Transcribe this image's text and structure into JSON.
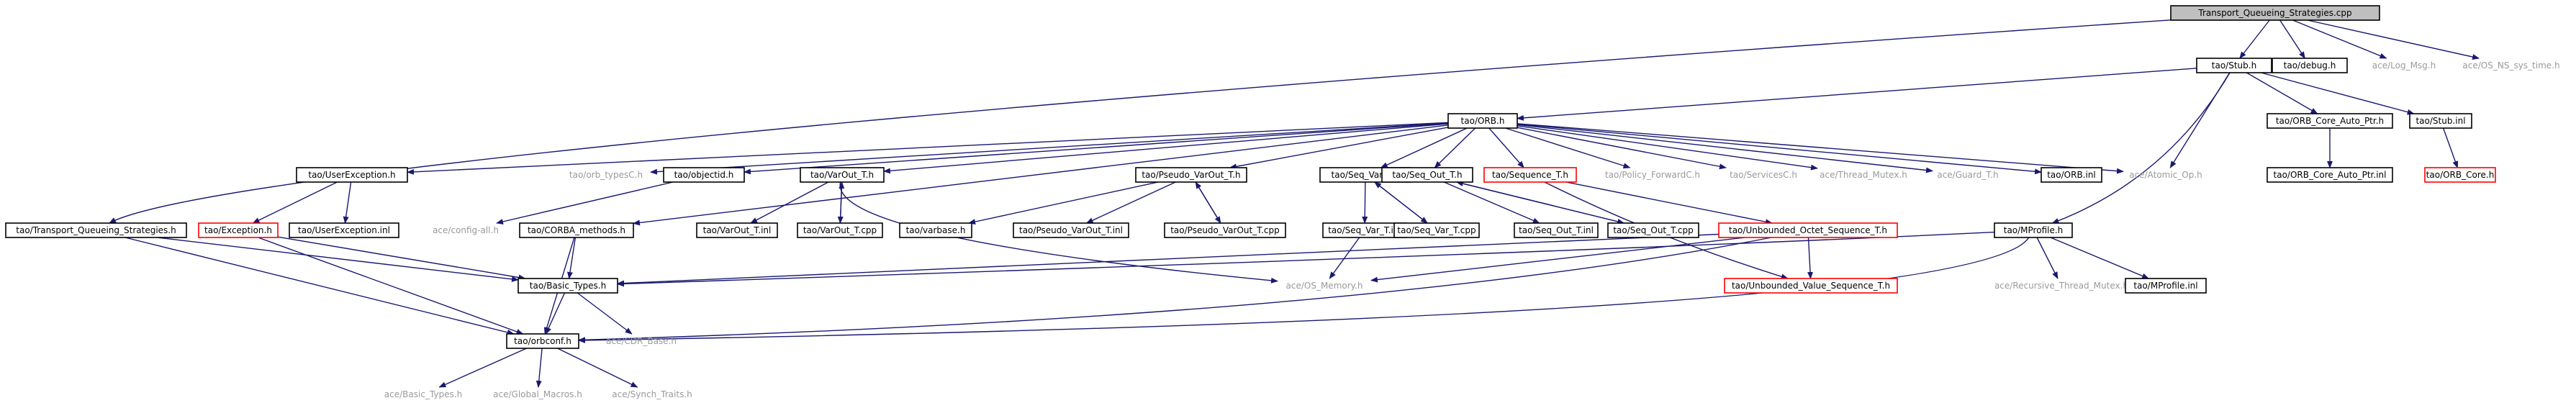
{
  "graph": {
    "colors": {
      "edge": "#191970",
      "text_normal": "#000000",
      "text_external": "#9a9a9a",
      "border_normal": "#000000",
      "border_truncated": "#ff0000",
      "root_fill": "#bfbfbf"
    },
    "nodes": [
      {
        "id": "root",
        "label": "Transport_Queueing_Strategies.cpp",
        "style": "root"
      },
      {
        "id": "stub",
        "label": "tao/Stub.h",
        "style": "normal"
      },
      {
        "id": "debug",
        "label": "tao/debug.h",
        "style": "normal"
      },
      {
        "id": "logmsg",
        "label": "ace/Log_Msg.h",
        "style": "external"
      },
      {
        "id": "ossys",
        "label": "ace/OS_NS_sys_time.h",
        "style": "external"
      },
      {
        "id": "orb",
        "label": "tao/ORB.h",
        "style": "normal"
      },
      {
        "id": "coreauto",
        "label": "tao/ORB_Core_Auto_Ptr.h",
        "style": "normal"
      },
      {
        "id": "stubinl",
        "label": "tao/Stub.inl",
        "style": "normal"
      },
      {
        "id": "coreautoinl",
        "label": "tao/ORB_Core_Auto_Ptr.inl",
        "style": "normal"
      },
      {
        "id": "orbcore",
        "label": "tao/ORB_Core.h",
        "style": "truncated"
      },
      {
        "id": "tqsh",
        "label": "tao/Transport_Queueing_Strategies.h",
        "style": "normal"
      },
      {
        "id": "userexc",
        "label": "tao/UserException.h",
        "style": "normal"
      },
      {
        "id": "orbtypes",
        "label": "tao/orb_typesC.h",
        "style": "external"
      },
      {
        "id": "objectid",
        "label": "tao/objectid.h",
        "style": "normal"
      },
      {
        "id": "varout",
        "label": "tao/VarOut_T.h",
        "style": "normal"
      },
      {
        "id": "pseudo",
        "label": "tao/Pseudo_VarOut_T.h",
        "style": "normal"
      },
      {
        "id": "seqvar",
        "label": "tao/Seq_Var_T.h",
        "style": "normal"
      },
      {
        "id": "seqout",
        "label": "tao/Seq_Out_T.h",
        "style": "normal"
      },
      {
        "id": "sequence",
        "label": "tao/Sequence_T.h",
        "style": "truncated"
      },
      {
        "id": "policy",
        "label": "tao/Policy_ForwardC.h",
        "style": "external"
      },
      {
        "id": "services",
        "label": "tao/ServicesC.h",
        "style": "external"
      },
      {
        "id": "threadmutex",
        "label": "ace/Thread_Mutex.h",
        "style": "external"
      },
      {
        "id": "guard",
        "label": "ace/Guard_T.h",
        "style": "external"
      },
      {
        "id": "orbinl",
        "label": "tao/ORB.inl",
        "style": "normal"
      },
      {
        "id": "atomic",
        "label": "ace/Atomic_Op.h",
        "style": "external"
      },
      {
        "id": "exception",
        "label": "tao/Exception.h",
        "style": "truncated"
      },
      {
        "id": "userexcinl",
        "label": "tao/UserException.inl",
        "style": "normal"
      },
      {
        "id": "configall",
        "label": "ace/config-all.h",
        "style": "external"
      },
      {
        "id": "corbamethods",
        "label": "tao/CORBA_methods.h",
        "style": "normal"
      },
      {
        "id": "varbase",
        "label": "tao/varbase.h",
        "style": "normal"
      },
      {
        "id": "varoutinl",
        "label": "tao/VarOut_T.inl",
        "style": "normal"
      },
      {
        "id": "varoutcpp",
        "label": "tao/VarOut_T.cpp",
        "style": "normal"
      },
      {
        "id": "pseudoinl",
        "label": "tao/Pseudo_VarOut_T.inl",
        "style": "normal"
      },
      {
        "id": "pseudocpp",
        "label": "tao/Pseudo_VarOut_T.cpp",
        "style": "normal"
      },
      {
        "id": "seqvarinl",
        "label": "tao/Seq_Var_T.inl",
        "style": "normal"
      },
      {
        "id": "seqvarcpp",
        "label": "tao/Seq_Var_T.cpp",
        "style": "normal"
      },
      {
        "id": "seqoutinl",
        "label": "tao/Seq_Out_T.inl",
        "style": "normal"
      },
      {
        "id": "seqoutcpp",
        "label": "tao/Seq_Out_T.cpp",
        "style": "normal"
      },
      {
        "id": "unbocttet",
        "label": "tao/Unbounded_Octet_Sequence_T.h",
        "style": "truncated"
      },
      {
        "id": "mprofile",
        "label": "tao/MProfile.h",
        "style": "normal"
      },
      {
        "id": "basictypes",
        "label": "tao/Basic_Types.h",
        "style": "normal"
      },
      {
        "id": "osmemory",
        "label": "ace/OS_Memory.h",
        "style": "external"
      },
      {
        "id": "unbvalue",
        "label": "tao/Unbounded_Value_Sequence_T.h",
        "style": "truncated"
      },
      {
        "id": "recmutex",
        "label": "ace/Recursive_Thread_Mutex.h",
        "style": "external"
      },
      {
        "id": "mprofileinl",
        "label": "tao/MProfile.inl",
        "style": "normal"
      },
      {
        "id": "orbconf",
        "label": "tao/orbconf.h",
        "style": "normal"
      },
      {
        "id": "cdrbase",
        "label": "ace/CDR_Base.h",
        "style": "external"
      },
      {
        "id": "acebasic",
        "label": "ace/Basic_Types.h",
        "style": "external"
      },
      {
        "id": "globalmacros",
        "label": "ace/Global_Macros.h",
        "style": "external"
      },
      {
        "id": "synchtraits",
        "label": "ace/Synch_Traits.h",
        "style": "external"
      }
    ]
  }
}
